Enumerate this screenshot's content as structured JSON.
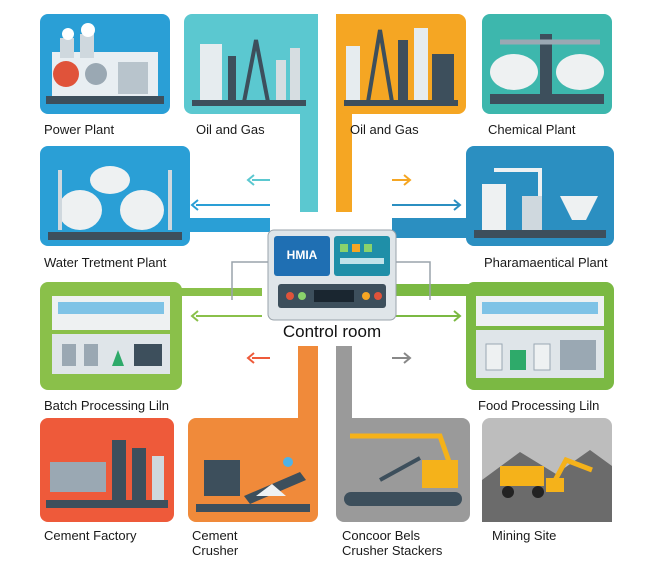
{
  "center": {
    "title": "Control room",
    "screen_text": "HMIA"
  },
  "facilities": [
    {
      "id": "power-plant",
      "label": "Power Plant",
      "color": "#2a9fd6"
    },
    {
      "id": "oil-gas-1",
      "label": "Oil and Gas",
      "color": "#5bc8d0"
    },
    {
      "id": "oil-gas-2",
      "label": "Oil and Gas",
      "color": "#f5a623"
    },
    {
      "id": "chemical-plant",
      "label": "Chemical Plant",
      "color": "#3db7ad"
    },
    {
      "id": "water-treatment",
      "label": "Water Tretment Plant",
      "color": "#2a9fd6"
    },
    {
      "id": "pharmaceutical",
      "label": "Pharamaentical Plant",
      "color": "#2b8fc1"
    },
    {
      "id": "batch-processing",
      "label": "Batch Processing Liln",
      "color": "#8ac04a"
    },
    {
      "id": "food-processing",
      "label": "Food Processing Liln",
      "color": "#7bb943"
    },
    {
      "id": "cement-factory",
      "label": "Cement Factory",
      "color": "#ee5a3a"
    },
    {
      "id": "cement-crusher",
      "label": "Cement\nCrusher",
      "color": "#f08a3a"
    },
    {
      "id": "conveyor",
      "label": "Concoor Bels\nCrusher Stackers",
      "color": "#9a9a9a"
    },
    {
      "id": "mining-site",
      "label": "Mining Site",
      "color": "#bdbdbd"
    }
  ]
}
